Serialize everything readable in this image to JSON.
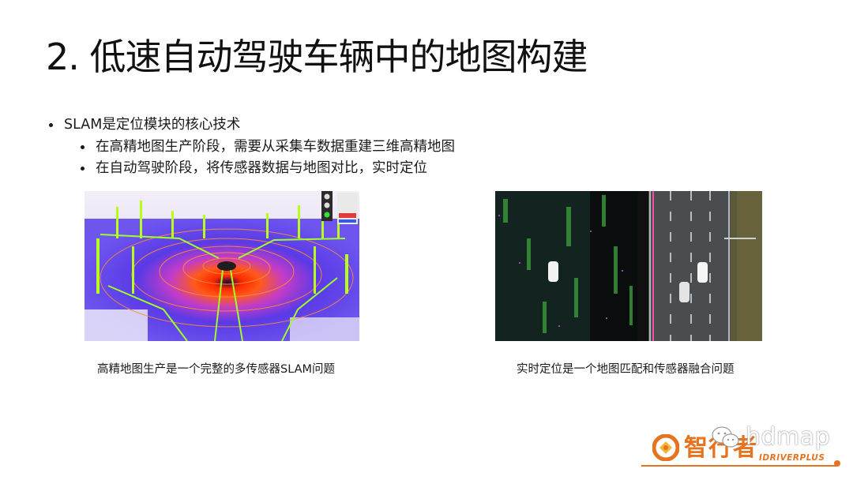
{
  "slide": {
    "title": "2. 低速自动驾驶车辆中的地图构建",
    "bullets": {
      "main": "SLAM是定位模块的核心技术",
      "sub": [
        "在高精地图生产阶段，需要从采集车数据重建三维高精地图",
        "在自动驾驶阶段，将传感器数据与地图对比，实时定位"
      ]
    },
    "figures": {
      "left": {
        "caption": "高精地图生产是一个完整的多传感器SLAM问题"
      },
      "right": {
        "caption": "实时定位是一个地图匹配和传感器融合问题"
      }
    }
  },
  "branding": {
    "watermark": "hdmap",
    "logo_cn": "智行者",
    "logo_en": "IDRIVERPLUS",
    "accent_color": "#e5731f"
  }
}
